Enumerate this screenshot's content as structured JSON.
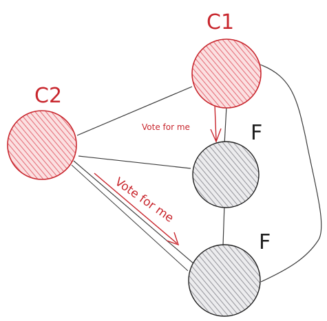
{
  "nodes": {
    "c1": {
      "label": "C1",
      "role": "candidate",
      "fill": "#f7a5a8",
      "stroke": "#c8262d"
    },
    "c2": {
      "label": "C2",
      "role": "candidate",
      "fill": "#f7a5a8",
      "stroke": "#c8262d"
    },
    "f1": {
      "label": "F",
      "role": "follower",
      "fill": "#c9c9cd",
      "stroke": "#1e1e1e"
    },
    "f2": {
      "label": "F",
      "role": "follower",
      "fill": "#c9c9cd",
      "stroke": "#1e1e1e"
    }
  },
  "edges": [
    {
      "from": "c1",
      "to": "c2"
    },
    {
      "from": "c1",
      "to": "f1"
    },
    {
      "from": "c1",
      "to": "f2"
    },
    {
      "from": "c2",
      "to": "f1"
    },
    {
      "from": "c2",
      "to": "f2"
    },
    {
      "from": "f1",
      "to": "f2"
    }
  ],
  "vote_requests": [
    {
      "from": "c1",
      "to": "f1",
      "label": "Vote for me"
    },
    {
      "from": "c2",
      "to": "f2",
      "label": "Vote for me"
    }
  ],
  "colors": {
    "candidate_stroke": "#c8262d",
    "follower_stroke": "#1e1e1e",
    "edge": "#3a3a3a",
    "arrow": "#c8262d"
  }
}
